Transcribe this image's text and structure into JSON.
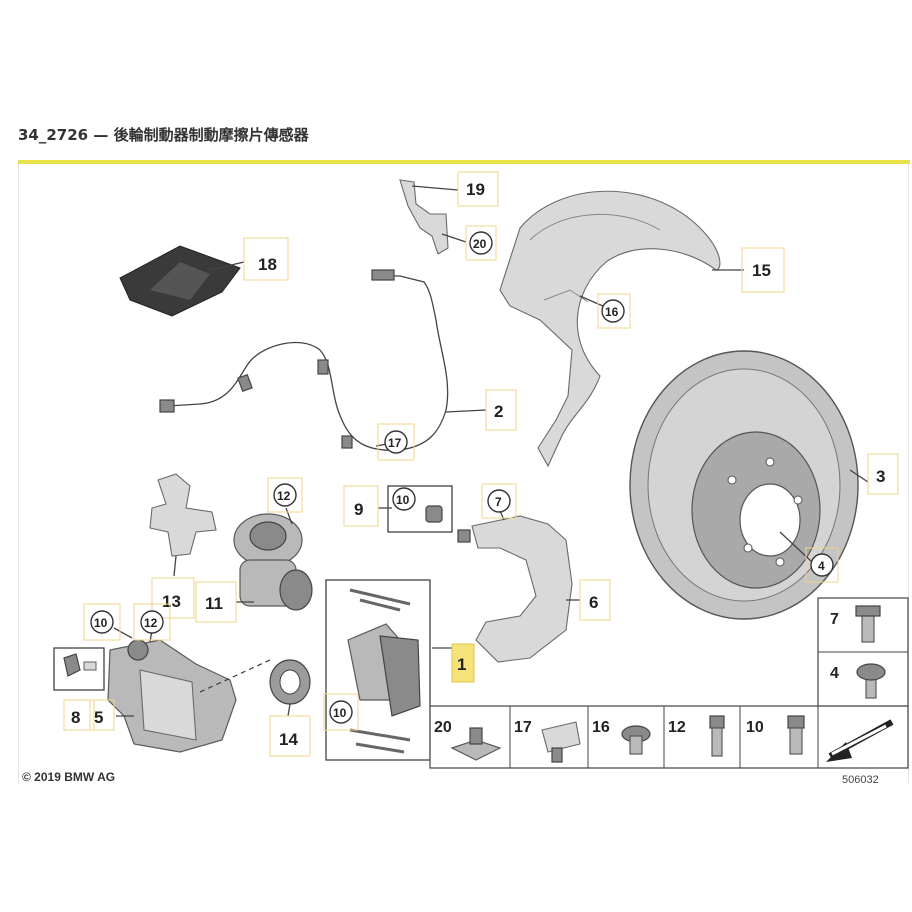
{
  "header": {
    "title": "34_2726 — 後輪制動器制動摩擦片傳感器"
  },
  "footer": {
    "copyright": "© 2019 BMW AG",
    "image_number": "506032"
  },
  "callouts": {
    "c1": "1",
    "c2": "2",
    "c3": "3",
    "c4": "4",
    "c5": "5",
    "c6": "6",
    "c7": "7",
    "c8": "8",
    "c9": "9",
    "c10": "10",
    "c11": "11",
    "c12": "12",
    "c13": "13",
    "c14": "14",
    "c15": "15",
    "c16": "16",
    "c17": "17",
    "c18": "18",
    "c19": "19",
    "c20": "20"
  },
  "legend": {
    "l7": "7",
    "l4": "4",
    "l20": "20",
    "l17": "17",
    "l16": "16",
    "l12": "12",
    "l10": "10"
  },
  "colors": {
    "accent_bar": "#e8e24a",
    "highlight_box": "#f6e27a",
    "callout_border": "#f2d58a"
  }
}
